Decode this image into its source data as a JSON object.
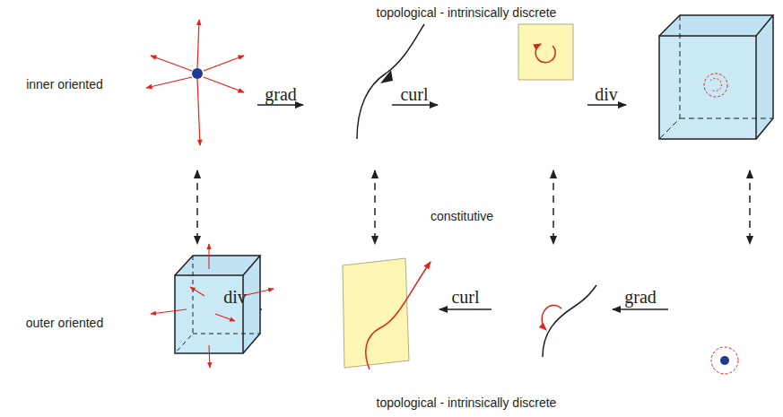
{
  "diagram": {
    "labels": [
      "topological - intrinsically discrete",
      "inner oriented",
      "grad",
      "curl",
      "div",
      "constitutive",
      "outer oriented",
      "div",
      "curl",
      "grad",
      "topological - intrinsically discrete"
    ]
  }
}
